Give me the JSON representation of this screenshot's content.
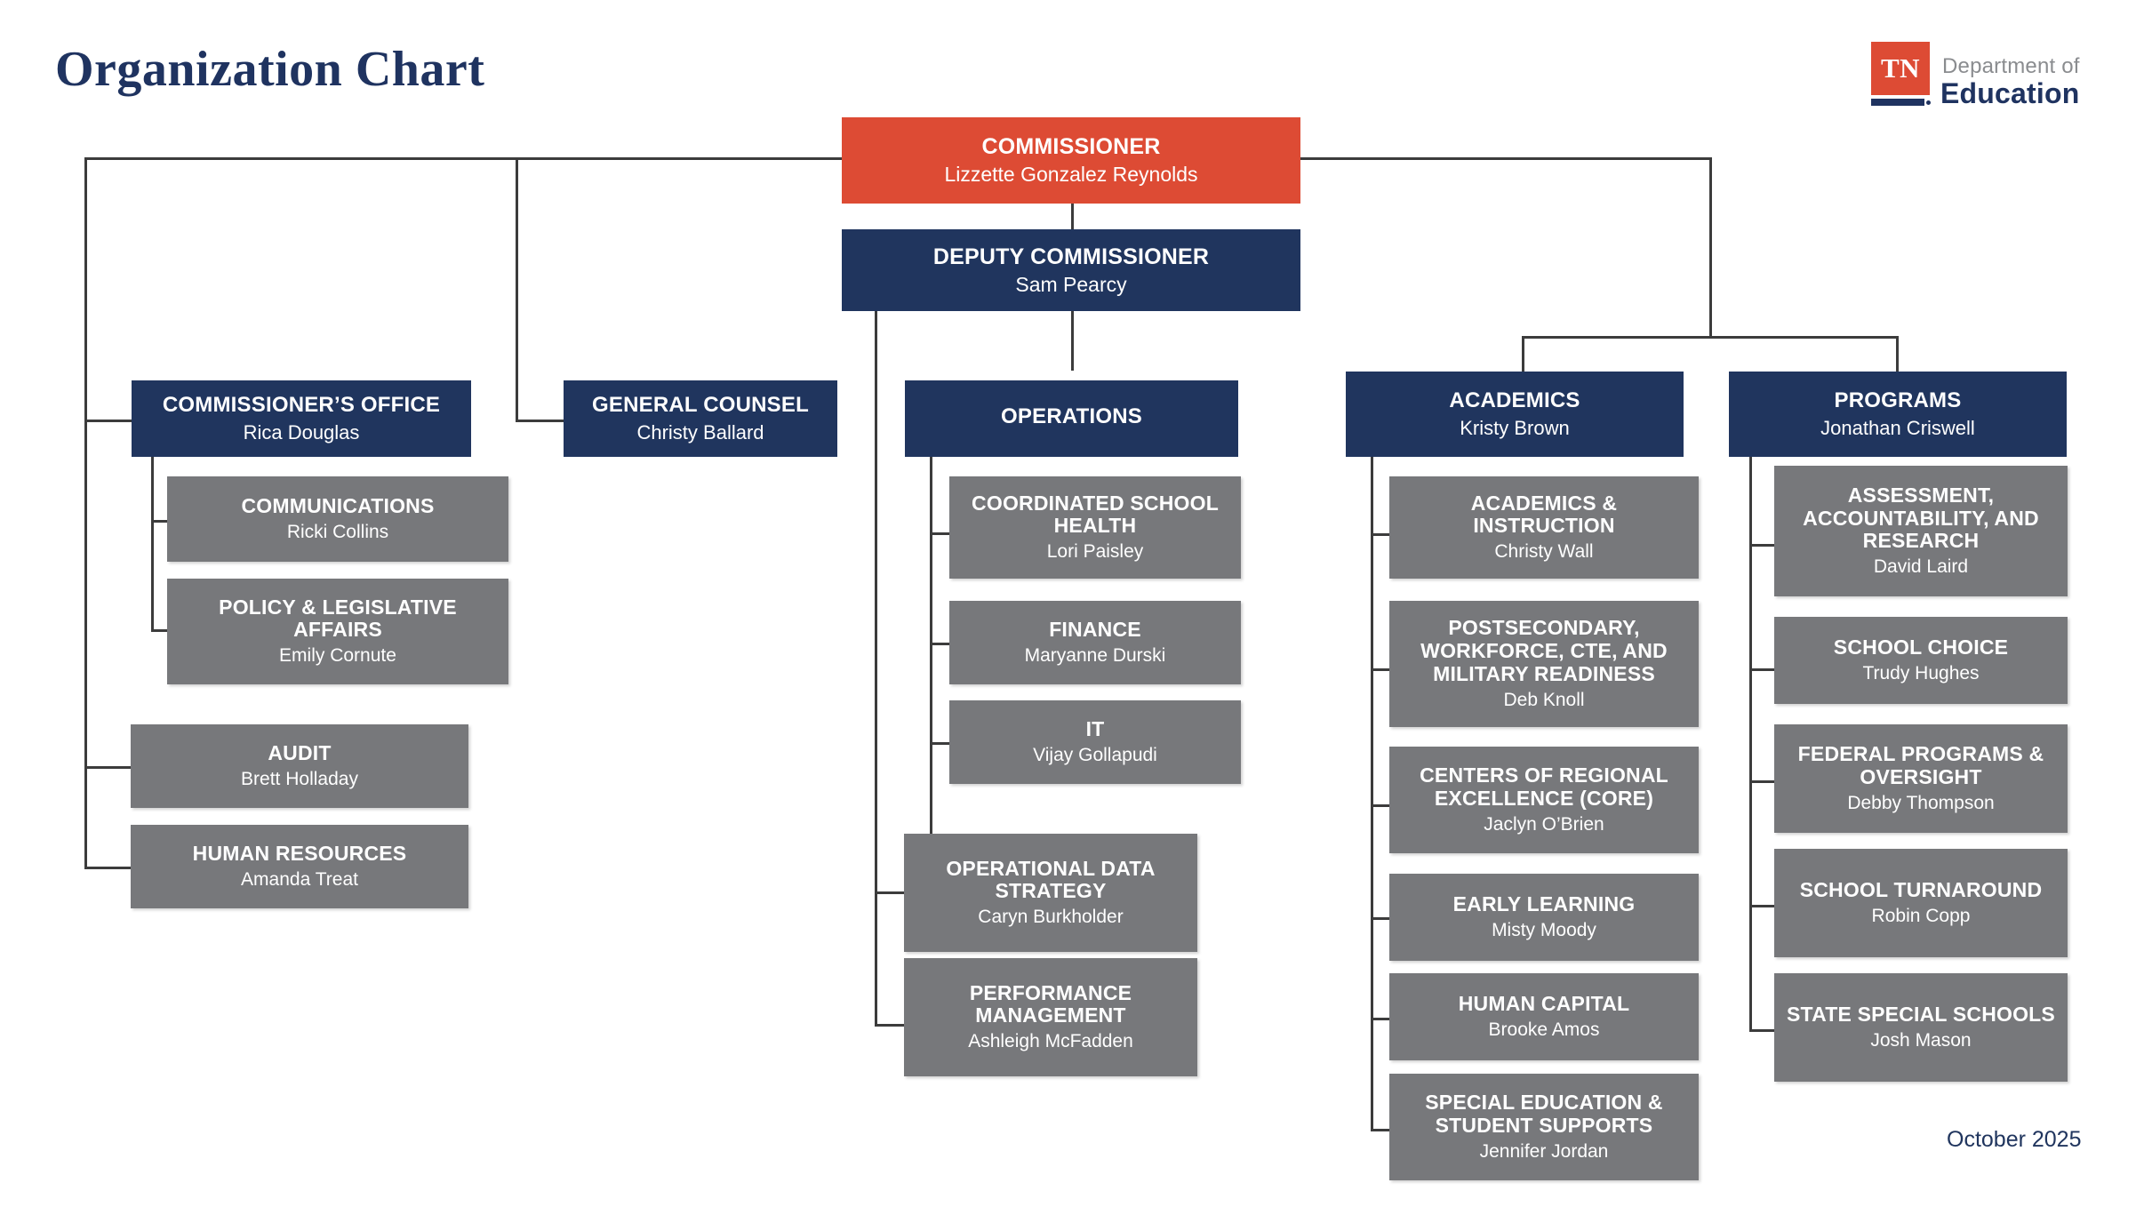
{
  "page": {
    "title": "Organization Chart",
    "date": "October 2025"
  },
  "logo": {
    "mark": "TN",
    "line1": "Department of",
    "line2": "Education"
  },
  "colors": {
    "red": "#DD4B34",
    "navy": "#20355E",
    "gray": "#77787B",
    "title_navy": "#1F3360",
    "connector": "#3C3C3C"
  },
  "chart_data": {
    "type": "org-chart",
    "title": "Organization Chart",
    "date": "October 2025",
    "nodes": {
      "commissioner": {
        "title": "COMMISSIONER",
        "name": "Lizzette Gonzalez Reynolds",
        "color": "red"
      },
      "deputy": {
        "title": "DEPUTY COMMISSIONER",
        "name": "Sam Pearcy",
        "color": "navy"
      },
      "commissioners_office": {
        "title": "COMMISSIONER’S OFFICE",
        "name": "Rica Douglas",
        "color": "navy"
      },
      "communications": {
        "title": "COMMUNICATIONS",
        "name": "Ricki Collins",
        "color": "gray"
      },
      "policy": {
        "title": "POLICY & LEGISLATIVE AFFAIRS",
        "name": "Emily Cornute",
        "color": "gray"
      },
      "audit": {
        "title": "AUDIT",
        "name": "Brett Holladay",
        "color": "gray"
      },
      "hr": {
        "title": "HUMAN RESOURCES",
        "name": "Amanda Treat",
        "color": "gray"
      },
      "general_counsel": {
        "title": "GENERAL COUNSEL",
        "name": "Christy Ballard",
        "color": "navy"
      },
      "operations": {
        "title": "OPERATIONS",
        "name": "",
        "color": "navy"
      },
      "csh": {
        "title": "COORDINATED SCHOOL HEALTH",
        "name": "Lori Paisley",
        "color": "gray"
      },
      "finance": {
        "title": "FINANCE",
        "name": "Maryanne Durski",
        "color": "gray"
      },
      "it": {
        "title": "IT",
        "name": "Vijay Gollapudi",
        "color": "gray"
      },
      "ods": {
        "title": "OPERATIONAL DATA STRATEGY",
        "name": "Caryn Burkholder",
        "color": "gray"
      },
      "perf": {
        "title": "PERFORMANCE MANAGEMENT",
        "name": "Ashleigh McFadden",
        "color": "gray"
      },
      "academics": {
        "title": "ACADEMICS",
        "name": "Kristy Brown",
        "color": "navy"
      },
      "acad_instruction": {
        "title": "ACADEMICS & INSTRUCTION",
        "name": "Christy Wall",
        "color": "gray"
      },
      "postsecondary": {
        "title": "POSTSECONDARY, WORKFORCE, CTE, AND MILITARY READINESS",
        "name": "Deb Knoll",
        "color": "gray"
      },
      "core": {
        "title": "CENTERS OF REGIONAL EXCELLENCE (CORE)",
        "name": "Jaclyn O’Brien",
        "color": "gray"
      },
      "early_learning": {
        "title": "EARLY LEARNING",
        "name": "Misty Moody",
        "color": "gray"
      },
      "human_capital": {
        "title": "HUMAN CAPITAL",
        "name": "Brooke Amos",
        "color": "gray"
      },
      "sped": {
        "title": "SPECIAL EDUCATION & STUDENT SUPPORTS",
        "name": "Jennifer Jordan",
        "color": "gray"
      },
      "programs": {
        "title": "PROGRAMS",
        "name": "Jonathan Criswell",
        "color": "navy"
      },
      "assessment": {
        "title": "ASSESSMENT, ACCOUNTABILITY, AND RESEARCH",
        "name": "David Laird",
        "color": "gray"
      },
      "school_choice": {
        "title": "SCHOOL CHOICE",
        "name": "Trudy Hughes",
        "color": "gray"
      },
      "federal": {
        "title": "FEDERAL PROGRAMS & OVERSIGHT",
        "name": "Debby Thompson",
        "color": "gray"
      },
      "turnaround": {
        "title": "SCHOOL TURNAROUND",
        "name": "Robin Copp",
        "color": "gray"
      },
      "state_schools": {
        "title": "STATE SPECIAL SCHOOLS",
        "name": "Josh Mason",
        "color": "gray"
      }
    },
    "edges": [
      [
        "commissioner",
        "deputy"
      ],
      [
        "commissioner",
        "commissioners_office"
      ],
      [
        "commissioner",
        "general_counsel"
      ],
      [
        "commissioner",
        "academics"
      ],
      [
        "commissioner",
        "programs"
      ],
      [
        "commissioners_office",
        "communications"
      ],
      [
        "commissioners_office",
        "policy"
      ],
      [
        "commissioners_office",
        "audit"
      ],
      [
        "commissioners_office",
        "hr"
      ],
      [
        "deputy",
        "operations"
      ],
      [
        "operations",
        "csh"
      ],
      [
        "operations",
        "finance"
      ],
      [
        "operations",
        "it"
      ],
      [
        "deputy",
        "ods"
      ],
      [
        "deputy",
        "perf"
      ],
      [
        "academics",
        "acad_instruction"
      ],
      [
        "academics",
        "postsecondary"
      ],
      [
        "academics",
        "core"
      ],
      [
        "academics",
        "early_learning"
      ],
      [
        "academics",
        "human_capital"
      ],
      [
        "academics",
        "sped"
      ],
      [
        "programs",
        "assessment"
      ],
      [
        "programs",
        "school_choice"
      ],
      [
        "programs",
        "federal"
      ],
      [
        "programs",
        "turnaround"
      ],
      [
        "programs",
        "state_schools"
      ]
    ]
  }
}
